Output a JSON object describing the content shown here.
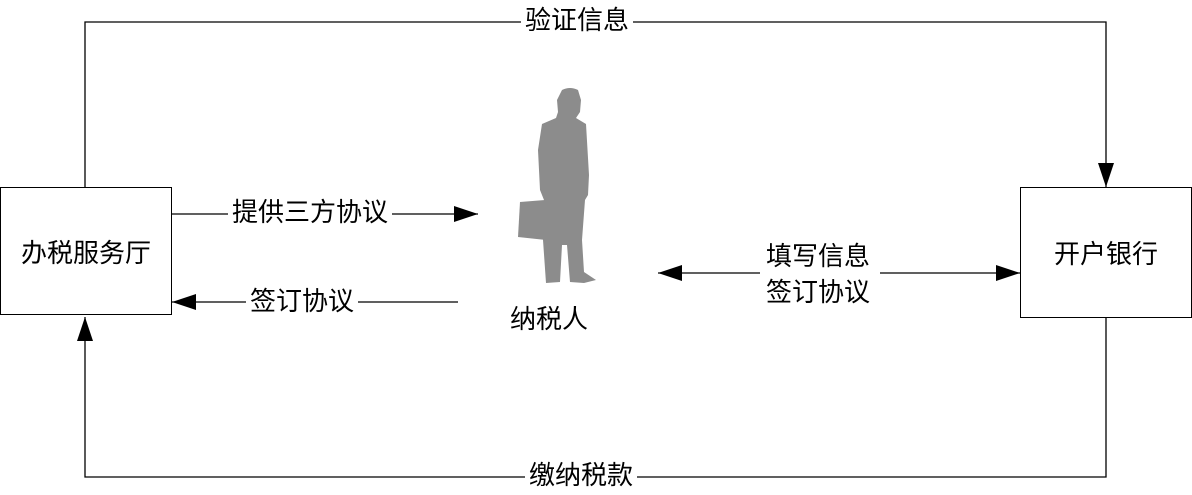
{
  "nodes": {
    "tax_hall": "办税服务厅",
    "bank": "开户银行",
    "taxpayer": "纳税人"
  },
  "edges": {
    "verify": "验证信息",
    "provide": "提供三方协议",
    "sign_back": "签订协议",
    "fill": "填写信息",
    "sign_bank": "签订协议",
    "pay": "缴纳税款"
  },
  "colors": {
    "person": "#8c8c8c",
    "line": "#000000"
  }
}
